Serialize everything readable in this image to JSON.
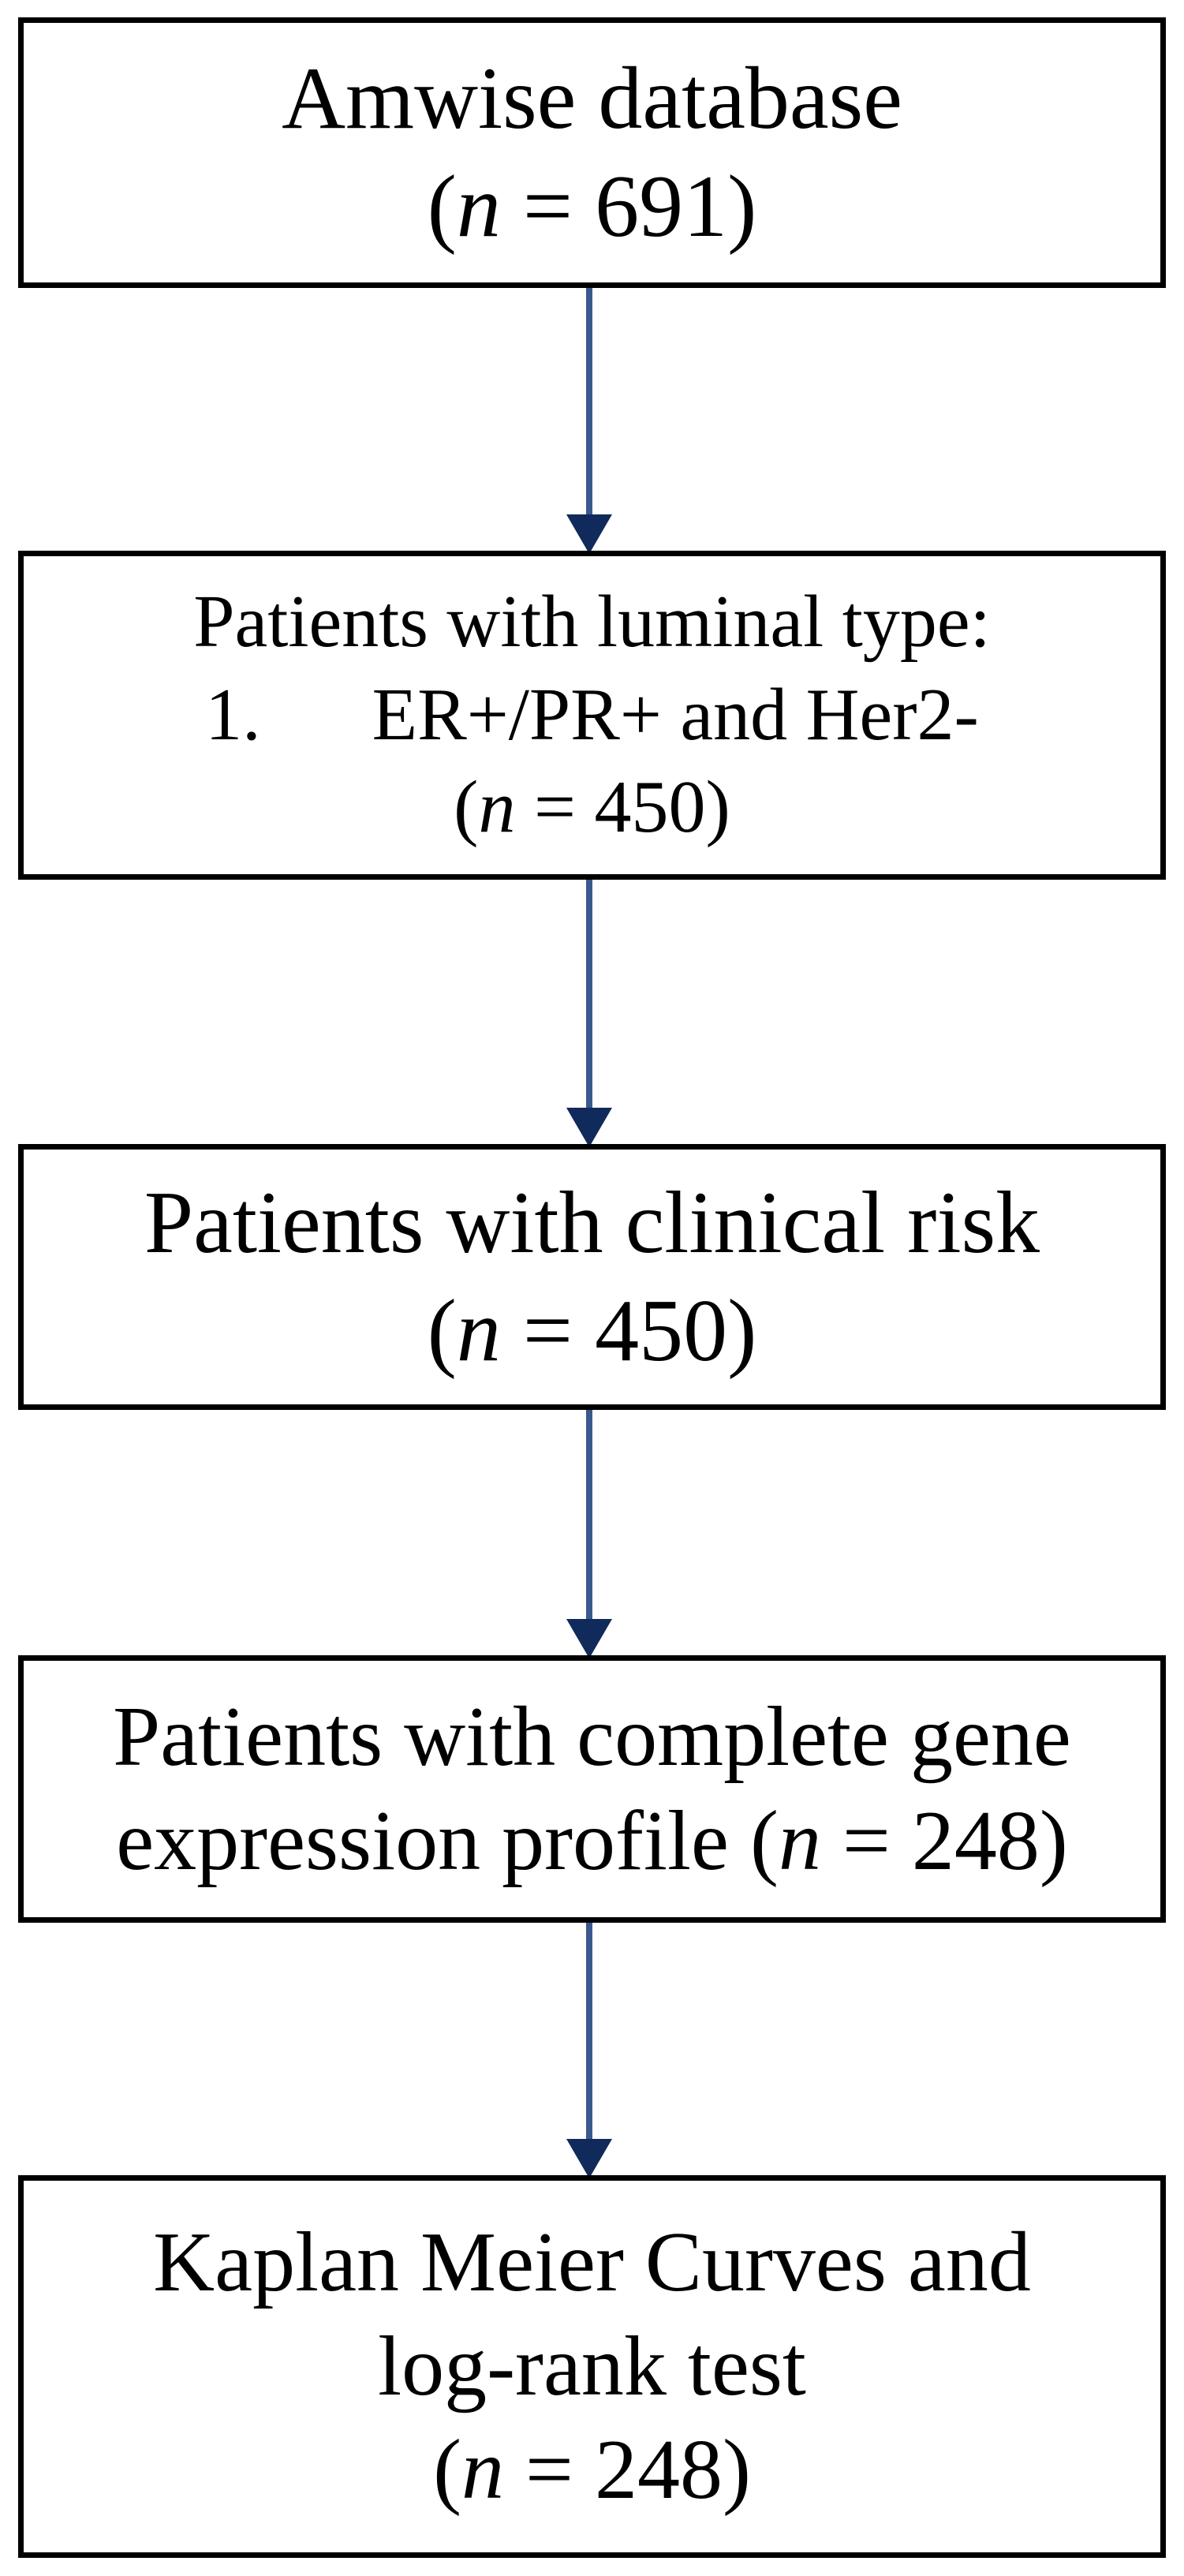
{
  "flowchart": {
    "boxes": {
      "amwise": {
        "title": "Amwise database",
        "count_open": "(",
        "count_var": "n",
        "count_rest": " = 691)"
      },
      "luminal": {
        "title": "Patients with luminal type:",
        "item_number": "1.",
        "item_text": "ER+/PR+ and Her2-",
        "count_open": "(",
        "count_var": "n",
        "count_rest": " = 450)"
      },
      "clinical_risk": {
        "title": "Patients with clinical risk",
        "count_open": "(",
        "count_var": "n",
        "count_rest": " = 450)"
      },
      "gene_expression": {
        "title": "Patients with complete gene",
        "line2_pre": "expression profile (",
        "line2_var": "n",
        "line2_rest": " = 248)"
      },
      "kaplan_meier": {
        "title": "Kaplan Meier Curves and",
        "line2": "log-rank test",
        "count_open": "(",
        "count_var": "n",
        "count_rest": " = 248)"
      }
    },
    "colors": {
      "background": "#ffffff",
      "box_border": "#000000",
      "text": "#000000",
      "arrow_line": "#3a5a8d",
      "arrow_head": "#112a5c"
    }
  }
}
